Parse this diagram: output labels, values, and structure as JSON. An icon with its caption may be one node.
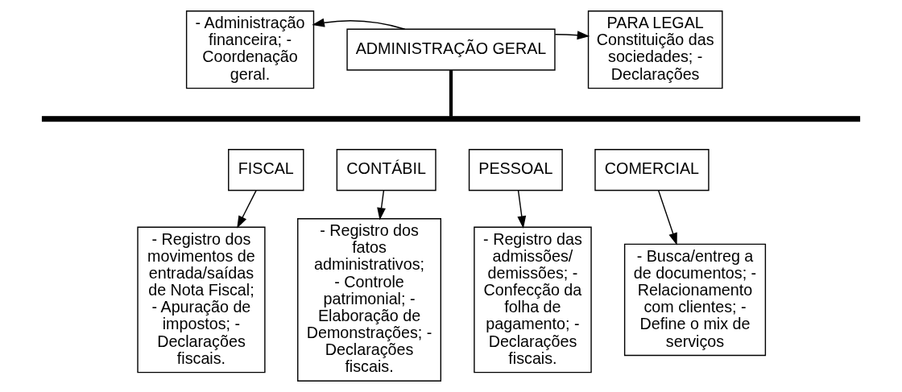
{
  "diagram": {
    "nodes": [
      {
        "text": [
          "- Administração financeira; - Coordenação geral."
        ]
      },
      {
        "text": [
          "ADMINISTRAÇÃO GERAL"
        ]
      },
      {
        "text": [
          "PARA LEGAL",
          "Constituição das sociedades; - Declarações"
        ]
      },
      {
        "text": [],
        "shape": "bar"
      },
      {
        "text": [
          "FISCAL"
        ]
      },
      {
        "text": [
          "CONTÁBIL"
        ]
      },
      {
        "text": [
          "PESSOAL"
        ]
      },
      {
        "text": [
          "COMERCIAL"
        ]
      },
      {
        "text": [
          "- Registro dos movimentos de entrada/saídas de Nota Fiscal; - Apuração de impostos; - Declarações fiscais."
        ]
      },
      {
        "text": [
          "- Registro dos fatos administrativos; - Controle patrimonial; - Elaboração de Demonstrações; - Declarações fiscais."
        ]
      },
      {
        "text": [
          "- Registro das admissões/ demissões; - Confecção da folha de pagamento; - Declarações fiscais."
        ]
      },
      {
        "text": [
          "- Busca/entreg a de documentos; - Relacionamento com clientes; - Define o mix de serviços"
        ]
      }
    ],
    "edges": [
      {
        "from": 1,
        "to": 0,
        "arrow": "to"
      },
      {
        "from": 1,
        "to": 2,
        "arrow": "to"
      },
      {
        "from": 1,
        "to": 3,
        "arrow": "none",
        "style": "thick"
      },
      {
        "from": 4,
        "to": 8,
        "arrow": "to"
      },
      {
        "from": 5,
        "to": 9,
        "arrow": "to"
      },
      {
        "from": 6,
        "to": 10,
        "arrow": "to"
      },
      {
        "from": 7,
        "to": 11,
        "arrow": "to"
      }
    ]
  }
}
